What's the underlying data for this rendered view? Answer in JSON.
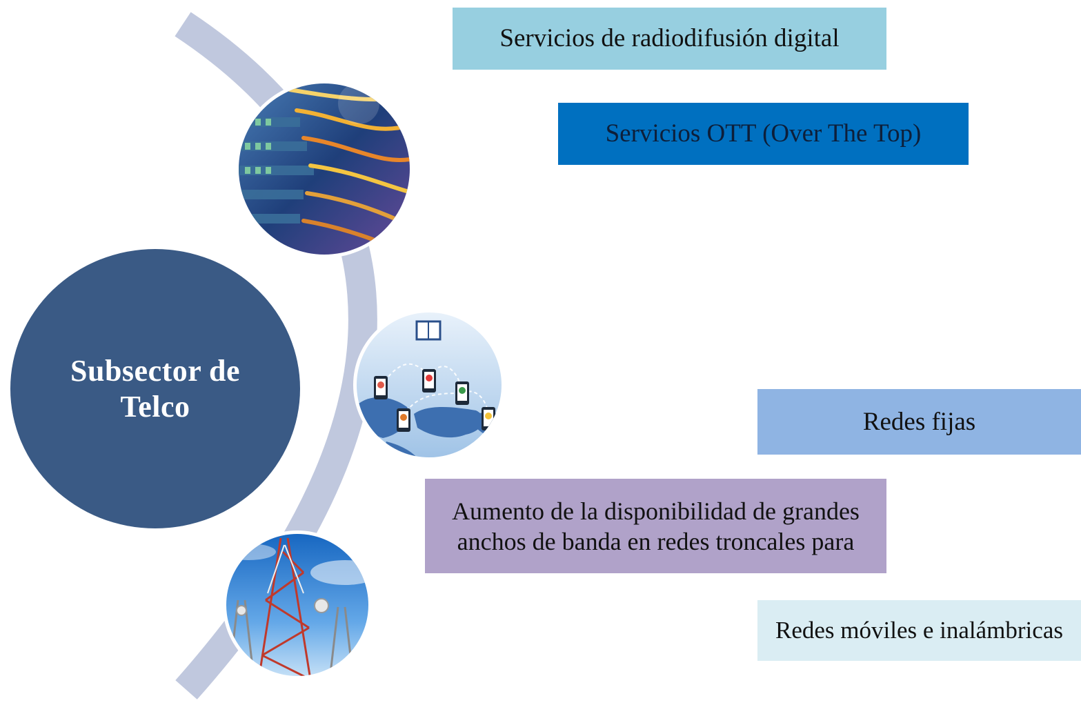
{
  "diagram": {
    "center_label": "Subsector de Telco",
    "items": [
      {
        "label": "Servicios de radiodifusión digital",
        "color": "#97cfe0"
      },
      {
        "label": "Servicios OTT (Over The Top)",
        "color": "#0070c0"
      },
      {
        "label": "Redes fijas",
        "color": "#8fb4e3"
      },
      {
        "label": "Aumento de la disponibilidad de grandes anchos de banda en redes troncales para",
        "color": "#b0a2c9"
      },
      {
        "label": "Redes móviles e inalámbricas",
        "color": "#daedf3"
      }
    ],
    "images": [
      {
        "name": "fiber-optic-cables-image"
      },
      {
        "name": "mobile-network-world-map-image"
      },
      {
        "name": "telecom-tower-image"
      }
    ],
    "colors": {
      "main_circle": "#3a5a85",
      "arc": "#c0c8de",
      "ring": "#ffffff"
    }
  }
}
